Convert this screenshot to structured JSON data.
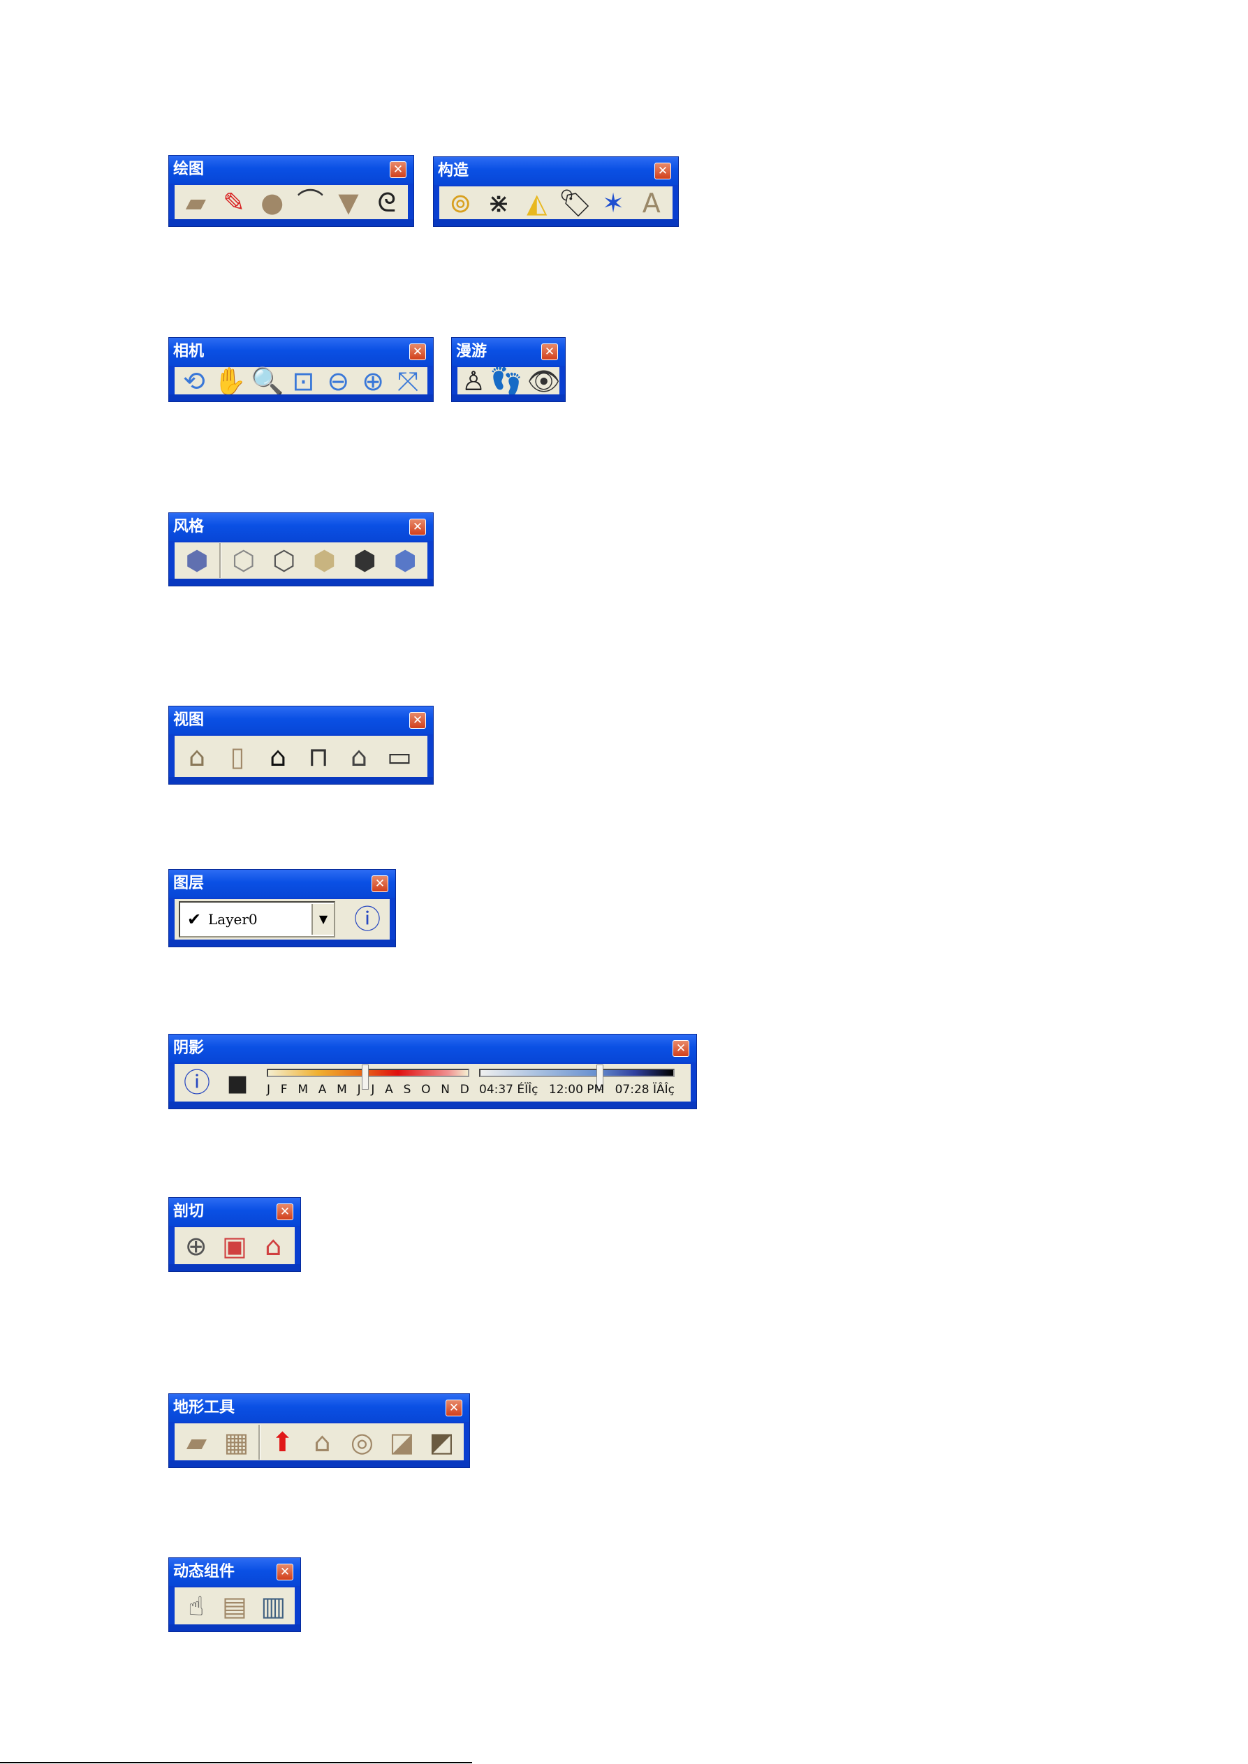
{
  "toolbars": [
    {
      "id": "draw",
      "title": "绘图",
      "icons": [
        [
          "rectangle-icon",
          "▰",
          "#a08868"
        ],
        [
          "pencil-icon",
          "✎",
          "#d82020"
        ],
        [
          "circle-icon",
          "●",
          "#a08868"
        ],
        [
          "arc-icon",
          "⌒",
          "#333"
        ],
        [
          "polygon-icon",
          "▼",
          "#a08868"
        ],
        [
          "freehand-icon",
          "ᘓ",
          "#222"
        ]
      ]
    },
    {
      "id": "construct",
      "title": "构造",
      "icons": [
        [
          "tape-measure-icon",
          "⊚",
          "#d8a020"
        ],
        [
          "dimension-icon",
          "⋇",
          "#222"
        ],
        [
          "protractor-icon",
          "◭",
          "#e8b820"
        ],
        [
          "text-label-icon",
          "🏷",
          "#222"
        ],
        [
          "axes-icon",
          "✶",
          "#2050d0"
        ],
        [
          "3d-text-icon",
          "A",
          "#9a8868"
        ]
      ]
    },
    {
      "id": "camera",
      "title": "相机",
      "icons": [
        [
          "orbit-icon",
          "⟲",
          "#3a78d8"
        ],
        [
          "pan-icon",
          "✋",
          "#666"
        ],
        [
          "zoom-icon",
          "🔍",
          "#3a78d8"
        ],
        [
          "zoom-window-icon",
          "⊡",
          "#3a78d8"
        ],
        [
          "previous-view-icon",
          "⊖",
          "#3a78d8"
        ],
        [
          "next-view-icon",
          "⊕",
          "#3a78d8"
        ],
        [
          "zoom-extents-icon",
          "⤧",
          "#3a78d8"
        ]
      ]
    },
    {
      "id": "walk",
      "title": "漫游",
      "icons": [
        [
          "position-camera-icon",
          "♙",
          "#222"
        ],
        [
          "walk-icon",
          "👣",
          "#111"
        ],
        [
          "look-around-icon",
          "👁",
          "#333"
        ]
      ]
    },
    {
      "id": "style",
      "title": "风格",
      "icons": [
        [
          "xray-icon",
          "⬢",
          "#6070b0"
        ],
        "sep",
        [
          "wireframe-icon",
          "⬡",
          "#888"
        ],
        [
          "hidden-line-icon",
          "⬡",
          "#555"
        ],
        [
          "shaded-icon",
          "⬢",
          "#c8b480"
        ],
        [
          "shaded-texture-icon",
          "⬢",
          "#333"
        ],
        [
          "monochrome-icon",
          "⬢",
          "#5878c8"
        ]
      ]
    },
    {
      "id": "views",
      "title": "视图",
      "icons": [
        [
          "iso-view-icon",
          "⌂",
          "#8a7858"
        ],
        [
          "right-view-icon",
          "▯",
          "#a08868"
        ],
        [
          "front-view-icon",
          "⌂",
          "#111"
        ],
        [
          "top-view-icon",
          "⊓",
          "#333"
        ],
        [
          "back-view-icon",
          "⌂",
          "#444"
        ],
        [
          "left-view-icon",
          "▭",
          "#333"
        ]
      ]
    },
    {
      "id": "layers",
      "title": "图层",
      "layer": {
        "check": "✔",
        "value": "Layer0",
        "arrow": "▼"
      },
      "icons": [
        [
          "layer-manager-icon",
          "ⓘ",
          "#2848c0"
        ]
      ]
    },
    {
      "id": "shadows",
      "title": "阴影",
      "icons": [
        [
          "shadow-settings-icon",
          "ⓘ",
          "#2848c0"
        ],
        [
          "display-shadows-icon",
          "◼",
          "#222"
        ]
      ],
      "months": [
        "J",
        "F",
        "M",
        "A",
        "M",
        "J",
        "J",
        "A",
        "S",
        "O",
        "N",
        "D"
      ],
      "month_value": 0.47,
      "times": [
        "04:37 ÉÏÎç",
        "12:00 PM",
        "07:28 ÏÂÎç"
      ],
      "time_value": 0.6
    },
    {
      "id": "section",
      "title": "剖切",
      "icons": [
        [
          "section-plane-icon",
          "⊕",
          "#555"
        ],
        [
          "section-cuts-icon",
          "▣",
          "#d04040"
        ],
        [
          "section-fill-icon",
          "⌂",
          "#d04040"
        ]
      ]
    },
    {
      "id": "terrain",
      "title": "地形工具",
      "icons": [
        [
          "from-contours-icon",
          "▰",
          "#a08868"
        ],
        [
          "from-scratch-icon",
          "▦",
          "#a08868"
        ],
        "sep",
        [
          "smoove-icon",
          "⬆",
          "#e01818"
        ],
        [
          "stamp-icon",
          "⌂",
          "#a08868"
        ],
        [
          "drape-icon",
          "◎",
          "#a08868"
        ],
        [
          "add-detail-icon",
          "◪",
          "#a08868"
        ],
        [
          "flip-edge-icon",
          "◩",
          "#6a5a40"
        ]
      ]
    },
    {
      "id": "dynamic",
      "title": "动态组件",
      "icons": [
        [
          "interact-icon",
          "☝",
          "#444"
        ],
        [
          "component-options-icon",
          "▤",
          "#a08868"
        ],
        [
          "component-attributes-icon",
          "▥",
          "#406080"
        ]
      ]
    }
  ],
  "close_glyph": "✕"
}
